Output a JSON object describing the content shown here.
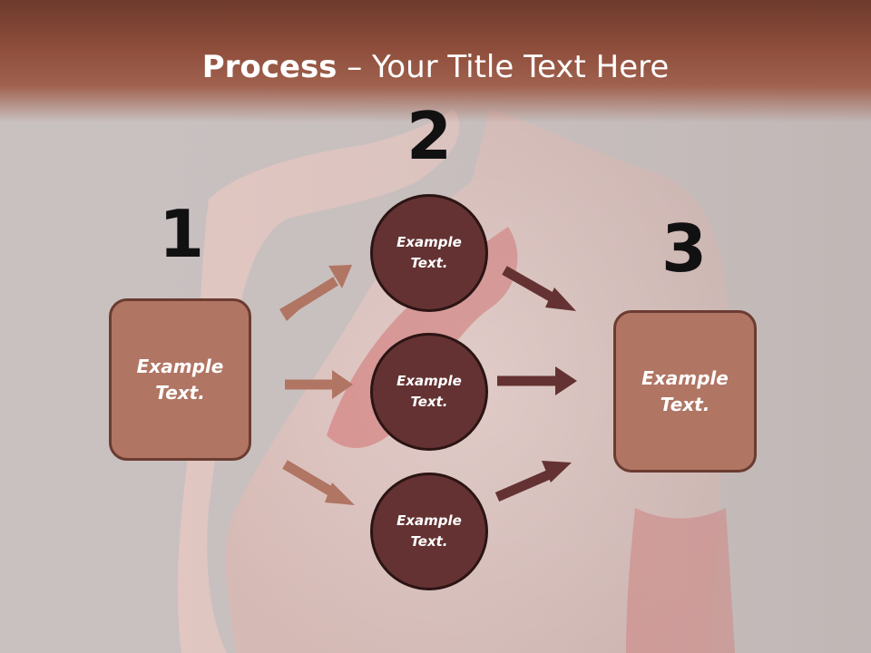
{
  "title": {
    "bold": "Process",
    "rest": " – Your Title Text Here"
  },
  "steps": {
    "one": "1",
    "two": "2",
    "three": "3"
  },
  "left_box": "Example Text.",
  "right_box": "Example Text.",
  "circles": [
    "Example Text.",
    "Example Text.",
    "Example Text."
  ],
  "colors": {
    "box_fill": "#b07563",
    "circle_fill": "#643232",
    "light_arrow": "#b07563",
    "dark_arrow": "#643232",
    "header": "#8f4e3c"
  }
}
